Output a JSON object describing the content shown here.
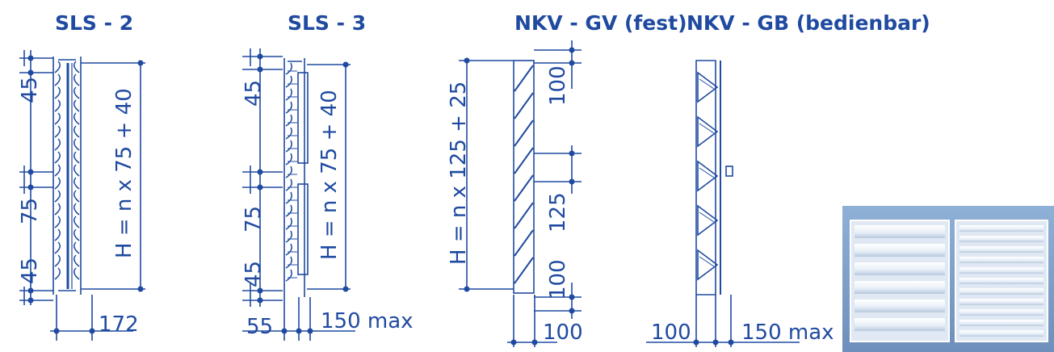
{
  "colors": {
    "line": "#1f4aa0",
    "photo_bg": "#7d9cc4"
  },
  "titles": {
    "sls2": "SLS - 2",
    "sls3": "SLS - 3",
    "nkv_gv": "NKV - GV (fest)",
    "nkv_gb": "NKV - GB (bedienbar)"
  },
  "sls2": {
    "dim_top": "45",
    "dim_mid": "75",
    "dim_bottom": "45",
    "height_formula": "H = n x 75 + 40",
    "depth": "172"
  },
  "sls3": {
    "dim_top": "45",
    "dim_mid": "75",
    "dim_bottom": "45",
    "height_formula": "H = n x 75 + 40",
    "dim_left": "55",
    "dim_max": "150 max"
  },
  "nkv_gv": {
    "height_formula": "H = n x 125 + 25",
    "dim_top": "100",
    "dim_mid": "125",
    "dim_bottom": "100",
    "depth": "100"
  },
  "nkv_gb": {
    "dim_left": "100",
    "dim_max": "150 max"
  },
  "photo": {
    "icon": "louvre-photo"
  }
}
